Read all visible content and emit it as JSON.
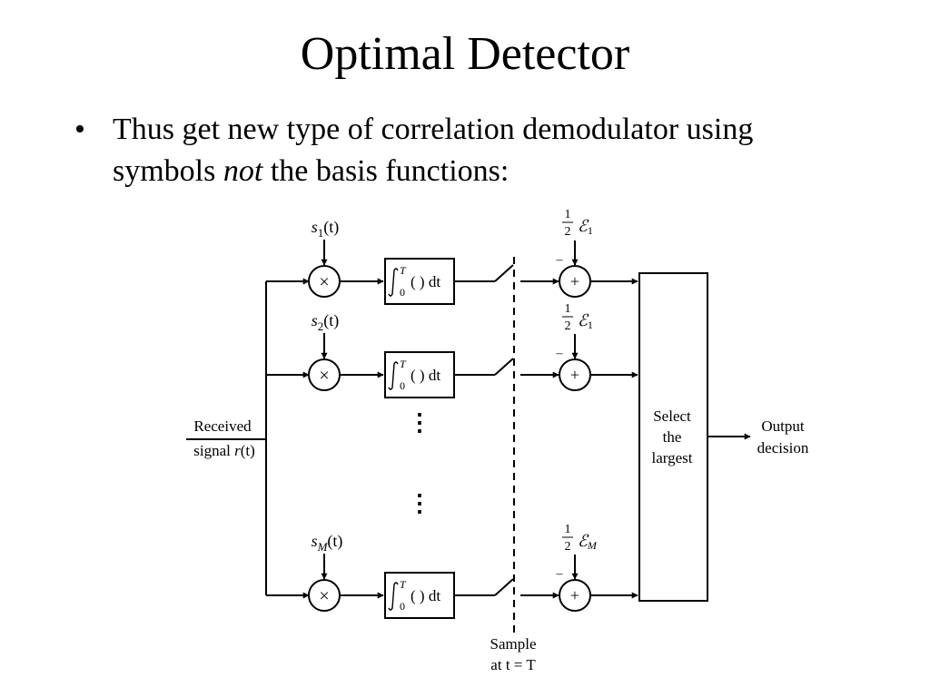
{
  "slide": {
    "title": "Optimal Detector",
    "bullet_pre": "Thus get new type of correlation demodulator using symbols ",
    "bullet_em": "not",
    "bullet_post": " the basis functions:"
  },
  "diagram": {
    "input_label_line1": "Received",
    "input_label_line2_prefix": "signal ",
    "input_label_line2_var": "r",
    "input_label_line2_arg": "(t)",
    "branches": [
      {
        "signal_var": "s",
        "signal_sub": "1",
        "signal_arg": "(t)",
        "energy_sub": "1"
      },
      {
        "signal_var": "s",
        "signal_sub": "2",
        "signal_arg": "(t)",
        "energy_sub": "1"
      },
      {
        "signal_var": "s",
        "signal_sub": "M",
        "signal_arg": "(t)",
        "energy_sub": "M"
      }
    ],
    "multiplier_symbol": "×",
    "adder_symbol": "+",
    "minus_symbol": "–",
    "integrator_upper": "T",
    "integrator_lower": "0",
    "integrator_body": "( ) dt",
    "half_numerator": "1",
    "half_denominator": "2",
    "energy_symbol": "ℰ",
    "ellipsis": "⋮",
    "sampler_line1": "Sample",
    "sampler_line2": "at t = T",
    "selector_line1": "Select",
    "selector_line2": "the",
    "selector_line3": "largest",
    "output_line1": "Output",
    "output_line2": "decision"
  }
}
